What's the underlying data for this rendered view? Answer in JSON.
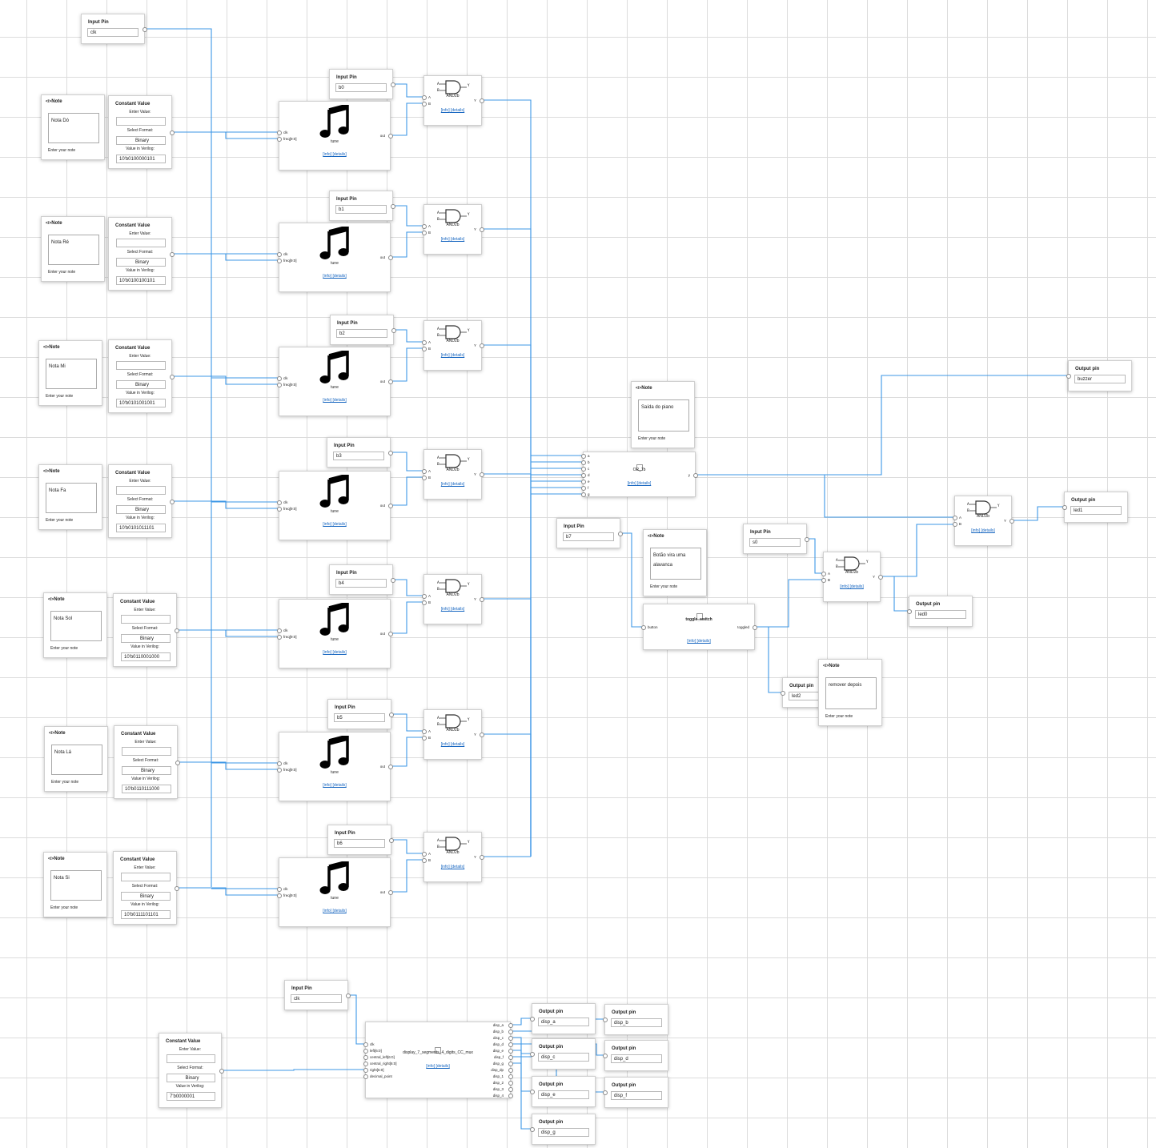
{
  "labels": {
    "input_pin": "Input Pin",
    "output_pin": "Output pin",
    "constant_value": "Constant Value",
    "enter_value": "Enter Value:",
    "select_format": "Select Format:",
    "value_in_verilog": "Value in Verilog:",
    "note_title": "Note",
    "note_footer": "Enter your note",
    "info": "[info]",
    "details": "[details]",
    "tune": "tune",
    "and_name": "AND2b",
    "or_name": "OR_7b",
    "toggle_name": "toggle_switch",
    "display_name": "display_7_segments_4_digits_CC_mux",
    "port_clk": "clk",
    "port_freq": "freq[9:0]",
    "port_out": "out",
    "port_a": "A",
    "port_b": "B",
    "port_y": "Y",
    "port_button": "button",
    "port_toggled": "toggled",
    "or_ports": [
      "a",
      "b",
      "c",
      "d",
      "e",
      "f",
      "g"
    ],
    "or_out": "y",
    "disp_inputs": [
      "clk",
      "left[6:0]",
      "central_left[6:0]",
      "central_right[6:0]",
      "right[6:0]",
      "decimal_point"
    ],
    "disp_outputs": [
      "disp_a",
      "disp_b",
      "disp_c",
      "disp_d",
      "disp_e",
      "disp_f",
      "disp_g",
      "disp_dp",
      "disp_1",
      "disp_2",
      "disp_3",
      "disp_4"
    ]
  },
  "input_pins": {
    "clk_top": "clk",
    "b0": "b0",
    "b1": "b1",
    "b2": "b2",
    "b3": "b3",
    "b4": "b4",
    "b5": "b5",
    "b6": "b6",
    "b7": "b7",
    "s0": "s0",
    "clk_bottom": "clk"
  },
  "output_pins": {
    "buzzer": "buzzer",
    "led1": "led1",
    "led0": "led0",
    "led2": "led2",
    "disp_a": "disp_a",
    "disp_b": "disp_b",
    "disp_c": "disp_c",
    "disp_d": "disp_d",
    "disp_e": "disp_e",
    "disp_f": "disp_f",
    "disp_g": "disp_g"
  },
  "constants": [
    {
      "format": "Binary",
      "verilog": "10'b0100000101"
    },
    {
      "format": "Binary",
      "verilog": "10'b0100100101"
    },
    {
      "format": "Binary",
      "verilog": "10'b0101001001"
    },
    {
      "format": "Binary",
      "verilog": "10'b0101011101"
    },
    {
      "format": "Binary",
      "verilog": "10'b0110001000"
    },
    {
      "format": "Binary",
      "verilog": "10'b0110111000"
    },
    {
      "format": "Binary",
      "verilog": "10'b0111101101"
    },
    {
      "format": "Binary",
      "verilog": "7'b0000001"
    }
  ],
  "notes": {
    "do": "Nota Dó",
    "re": "Nota Ré",
    "mi": "Nota Mi",
    "fa": "Nota Fa",
    "sol": "Nota Sol",
    "la": "Nota Lá",
    "si": "Nota Si",
    "saida": "Saída do piano",
    "botao": "Botão vira uma alavanca",
    "remover": "remover depois"
  },
  "colors": {
    "wire": "#3d97e6",
    "grid": "#dcdcdc",
    "link": "#1565c0"
  }
}
